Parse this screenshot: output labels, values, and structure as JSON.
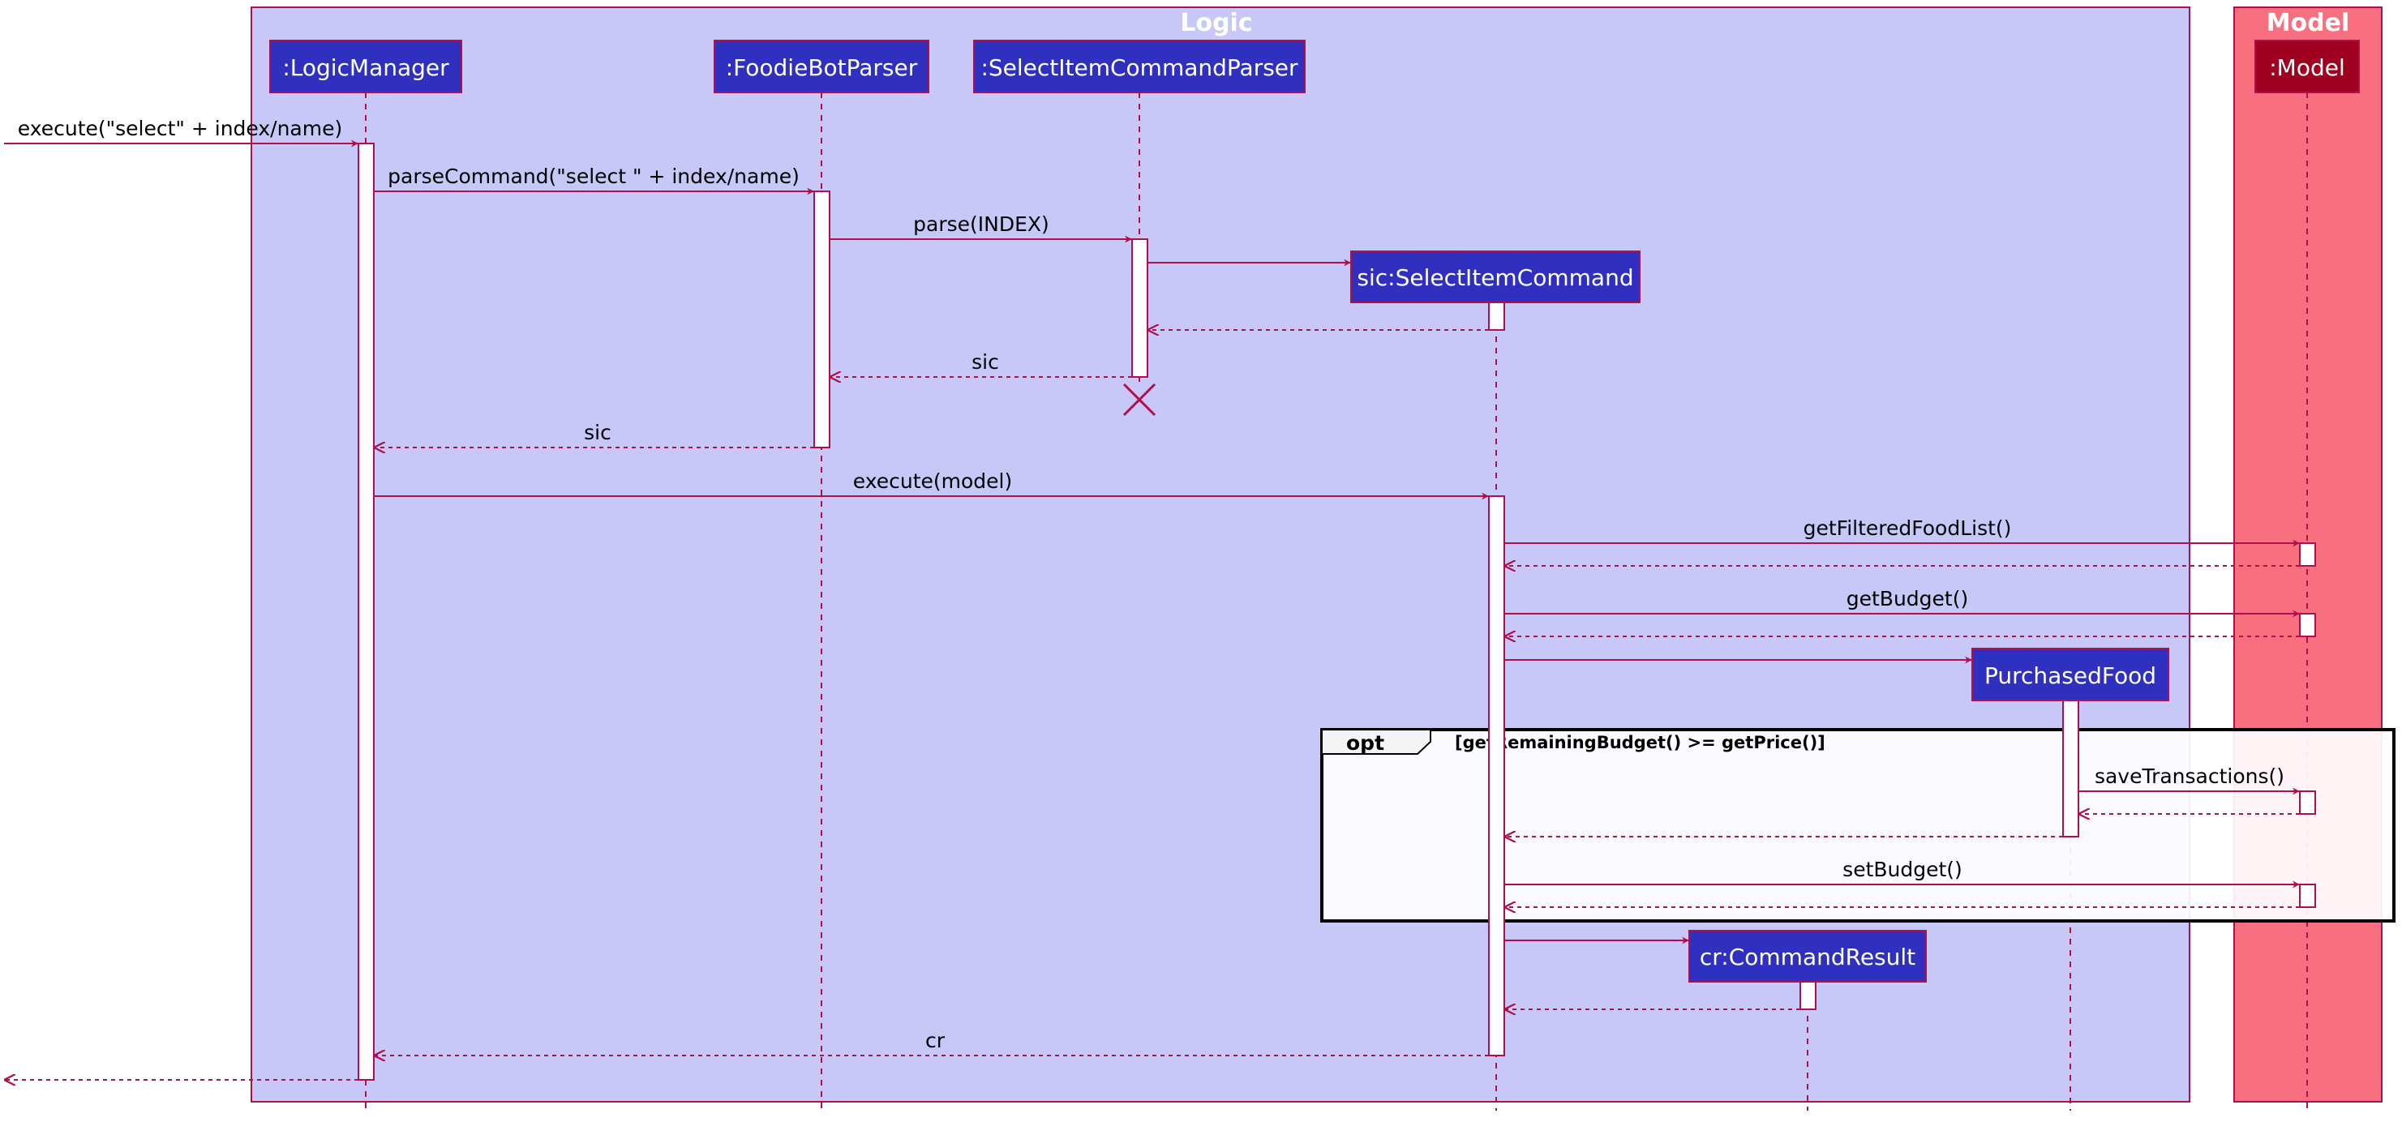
{
  "colors": {
    "logic_box": "#c8c8f8",
    "model_box": "#f87080",
    "border": "#b0104a",
    "participant_fill": "#3030c0",
    "model_participant_fill": "#a00020",
    "line": "#b0104a",
    "activation": "#ffffff"
  },
  "boxes": {
    "logic": {
      "title": "Logic"
    },
    "model": {
      "title": "Model"
    }
  },
  "participants": [
    {
      "id": "lm",
      "label": ":LogicManager"
    },
    {
      "id": "fbp",
      "label": ":FoodieBotParser"
    },
    {
      "id": "sicp",
      "label": ":SelectItemCommandParser"
    },
    {
      "id": "sic",
      "label": "sic:SelectItemCommand"
    },
    {
      "id": "cr",
      "label": "cr:CommandResult"
    },
    {
      "id": "pf",
      "label": "PurchasedFood"
    },
    {
      "id": "model",
      "label": ":Model"
    }
  ],
  "messages": [
    {
      "label": "execute(\"select\" + index/name)",
      "type": "call"
    },
    {
      "label": "parseCommand(\"select \" + index/name)",
      "type": "call"
    },
    {
      "label": "parse(INDEX)",
      "type": "call"
    },
    {
      "label": "",
      "type": "create"
    },
    {
      "label": "",
      "type": "return"
    },
    {
      "label": "sic",
      "type": "return"
    },
    {
      "label": "sic",
      "type": "return"
    },
    {
      "label": "execute(model)",
      "type": "call"
    },
    {
      "label": "getFilteredFoodList()",
      "type": "call"
    },
    {
      "label": "",
      "type": "return"
    },
    {
      "label": "getBudget()",
      "type": "call"
    },
    {
      "label": "",
      "type": "return"
    },
    {
      "label": "",
      "type": "create"
    },
    {
      "label": "saveTransactions()",
      "type": "call"
    },
    {
      "label": "",
      "type": "return"
    },
    {
      "label": "",
      "type": "return"
    },
    {
      "label": "setBudget()",
      "type": "call"
    },
    {
      "label": "",
      "type": "return"
    },
    {
      "label": "",
      "type": "create"
    },
    {
      "label": "",
      "type": "return"
    },
    {
      "label": "cr",
      "type": "return"
    },
    {
      "label": "",
      "type": "return"
    }
  ],
  "fragment": {
    "operator": "opt",
    "guard": "[getRemainingBudget() >= getPrice()]"
  }
}
